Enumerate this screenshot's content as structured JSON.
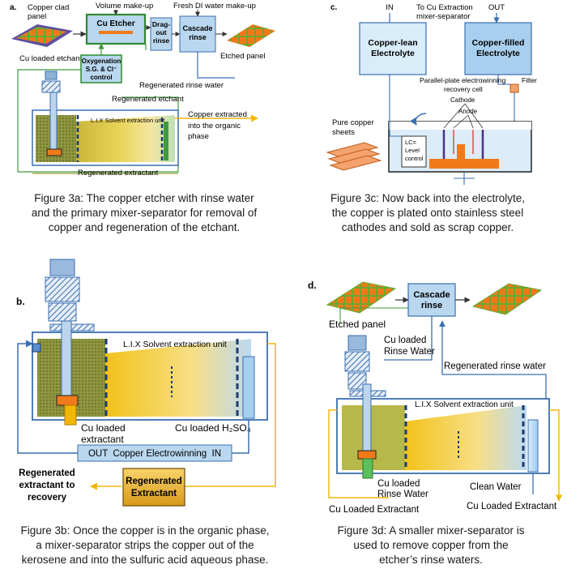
{
  "panel_a": {
    "letter": "a.",
    "copper_clad_panel": [
      "Copper clad",
      "panel"
    ],
    "volume_makeup": "Volume make-up",
    "fresh_di_water": "Fresh DI water make-up",
    "cu_etcher": "Cu Etcher",
    "drag_out_rinse": [
      "Drag-",
      "out",
      "rinse"
    ],
    "cascade_rinse": [
      "Cascade",
      "rinse"
    ],
    "etched_panel": "Etched panel",
    "cu_loaded_etchant": "Cu loaded etchant",
    "oxygenation": [
      "Oxygenation",
      "S.G. & Cl⁻",
      "control"
    ],
    "regenerated_rinse_water": "Regenerated rinse water",
    "regenerated_etchant": "Regenerated etchant",
    "lix_unit": "L.I.X Solvent extraction unit",
    "copper_extracted": [
      "Copper extracted",
      "into the organic",
      "phase"
    ],
    "regenerated_extractant": "Regenerated extractant",
    "caption": [
      "Figure 3a: The copper etcher with rinse water",
      "and the primary mixer-separator for removal of",
      "copper and regeneration of the etchant."
    ]
  },
  "panel_c": {
    "letter": "c.",
    "in_label": "IN",
    "to_cu_extraction": [
      "To Cu Extraction",
      "mixer-separator"
    ],
    "out_label": "OUT",
    "copper_lean": [
      "Copper-lean",
      "Electrolyte"
    ],
    "copper_filled": [
      "Copper-filled",
      "Electrolyte"
    ],
    "recovery_cell": [
      "Parallel-plate electrowinning",
      "recovery cell"
    ],
    "filter": "Filter",
    "cathode": "Cathode",
    "anode": "Anode",
    "pure_copper_sheets": [
      "Pure copper",
      "sheets"
    ],
    "level_control": [
      "LC=",
      "Level",
      "control"
    ],
    "caption": [
      "Figure 3c: Now back into the electrolyte,",
      "the copper is plated onto stainless steel",
      "cathodes and sold as scrap copper."
    ]
  },
  "panel_b": {
    "letter": "b.",
    "lix_unit": "L.I.X Solvent extraction unit",
    "cu_loaded_extractant": [
      "Cu loaded",
      "extractant"
    ],
    "cu_loaded_h2so4": "Cu loaded H₂SO₄",
    "electrowinning_bar": "OUT  Copper Electrowinning  IN",
    "regenerated_extractant_box": [
      "Regenerated",
      "Extractant"
    ],
    "regenerated_to_recovery": [
      "Regenerated",
      "extractant to",
      "recovery"
    ],
    "caption": [
      "Figure 3b: Once the copper is in the organic phase,",
      "a mixer-separator strips the copper out of the",
      "kerosene and into the sulfuric acid aqueous phase."
    ]
  },
  "panel_d": {
    "letter": "d.",
    "cascade_rinse": [
      "Cascade",
      "rinse"
    ],
    "etched_panel": "Etched panel",
    "cu_loaded_rinse_water_top": [
      "Cu loaded",
      "Rinse Water"
    ],
    "regenerated_rinse_water": "Regenerated rinse water",
    "lix_unit": "L.I.X Solvent extraction unit",
    "cu_loaded_rinse_water_bottom": [
      "Cu loaded",
      "Rinse Water"
    ],
    "clean_water": "Clean Water",
    "cu_loaded_extractant_left": "Cu Loaded Extractant",
    "cu_loaded_extractant_right": "Cu Loaded Extractant",
    "caption": [
      "Figure 3d: A smaller mixer-separator is",
      "used to remove copper from the",
      "etcher’s rinse waters."
    ]
  },
  "colors": {
    "blue_box": "#b9d7ef",
    "blue_stroke": "#3a6fb0",
    "green_flow": "#3f9a3f",
    "yellow_flow": "#f2b705",
    "orange": "#f07a1a",
    "olive": "#9aa030"
  }
}
